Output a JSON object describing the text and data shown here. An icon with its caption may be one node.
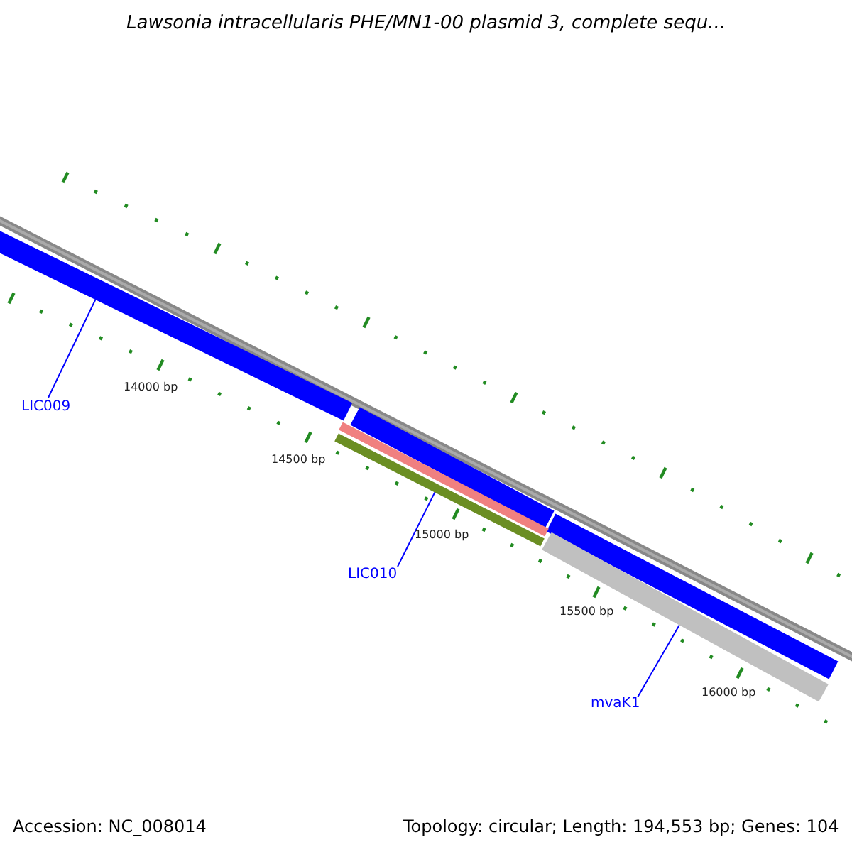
{
  "diagram": {
    "title": "Lawsonia intracellularis PHE/MN1-00 plasmid 3, complete sequ...",
    "nodes": [
      {
        "text": [
          "LIC009"
        ]
      },
      {
        "text": [],
        "shape": "bar"
      },
      {
        "text": [
          "LIC010"
        ]
      },
      {
        "text": [],
        "shape": "bar"
      },
      {
        "text": [
          "mvaK1"
        ]
      },
      {
        "text": [],
        "shape": "bar"
      }
    ],
    "edges": [
      {
        "from": 0,
        "to": 1,
        "arrow": "none"
      },
      {
        "from": 2,
        "to": 3,
        "arrow": "none"
      },
      {
        "from": 4,
        "to": 5,
        "arrow": "none"
      }
    ],
    "labels": [
      "14000 bp",
      "14500 bp",
      "15000 bp",
      "15500 bp",
      "16000 bp",
      "Accession: NC_008014",
      "Topology: circular; Length: 194,553 bp; Genes: 104"
    ]
  }
}
